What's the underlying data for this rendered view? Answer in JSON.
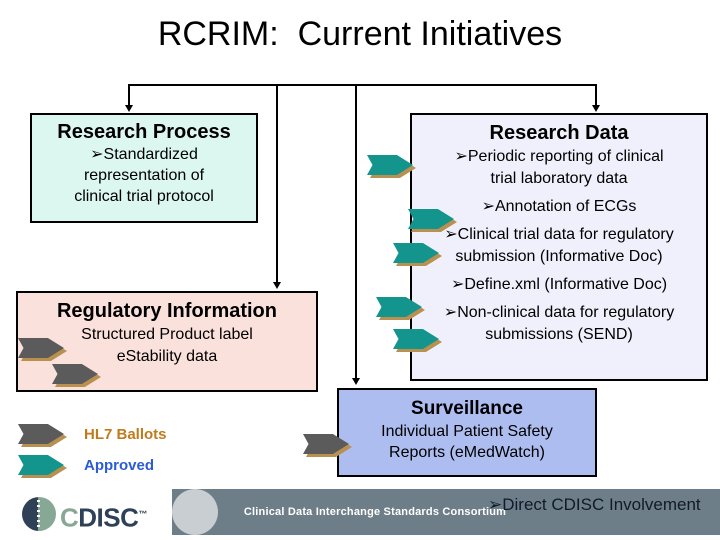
{
  "slide": {
    "title": "RCRIM:  Current Initiatives",
    "bullet_glyph": "➢"
  },
  "boxes": {
    "research_process": {
      "heading": "Research Process",
      "lines": [
        "➢Standardized",
        "representation of",
        "clinical trial protocol"
      ],
      "color": "#dcf7f0"
    },
    "research_data": {
      "heading": "Research Data",
      "lines": [
        "➢Periodic reporting of clinical",
        "trial laboratory data",
        "➢Annotation of ECGs",
        "➢Clinical trial data for regulatory",
        "submission (Informative Doc)",
        "➢Define.xml (Informative Doc)",
        "➢Non-clinical data for regulatory",
        "submissions (SEND)"
      ],
      "color": "#eff0fb"
    },
    "regulatory_information": {
      "heading": "Regulatory Information",
      "lines": [
        "Structured Product label",
        "eStability data"
      ],
      "color": "#fbe1dc"
    },
    "surveillance": {
      "heading": "Surveillance",
      "lines": [
        "Individual Patient Safety",
        "Reports (eMedWatch)"
      ],
      "color": "#aebdf0"
    }
  },
  "legend": {
    "hl7_ballots": "HL7 Ballots",
    "approved": "Approved",
    "hl7_color": "#c07b1c",
    "approved_color": "#2b5bd6",
    "gray_arrow_color": "#5b5b5b",
    "teal_arrow_color": "#13948c",
    "arrow_shadow_color": "#b9904f"
  },
  "footer": {
    "logo_text_c": "C",
    "logo_text_disc": "DISC",
    "logo_tm": "™",
    "banner_text": "Clinical Data Interchange Standards Consortium",
    "direct_involvement": "➢Direct CDISC Involvement",
    "banner_color": "#6e7e88"
  }
}
